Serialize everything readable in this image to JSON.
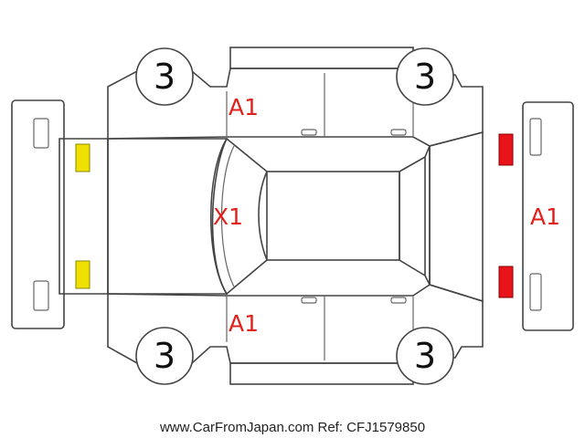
{
  "diagram": {
    "tires": {
      "front_left": "3",
      "front_right": "3",
      "rear_left": "3",
      "rear_right": "3"
    },
    "damage_marks": {
      "upper_side": "A1",
      "windshield": "X1",
      "lower_side": "A1",
      "rear": "A1"
    },
    "lamp_colors": {
      "front": "#f0e000",
      "rear": "#e8141a"
    },
    "footer": "www.CarFromJapan.com Ref: CFJ1579850"
  }
}
